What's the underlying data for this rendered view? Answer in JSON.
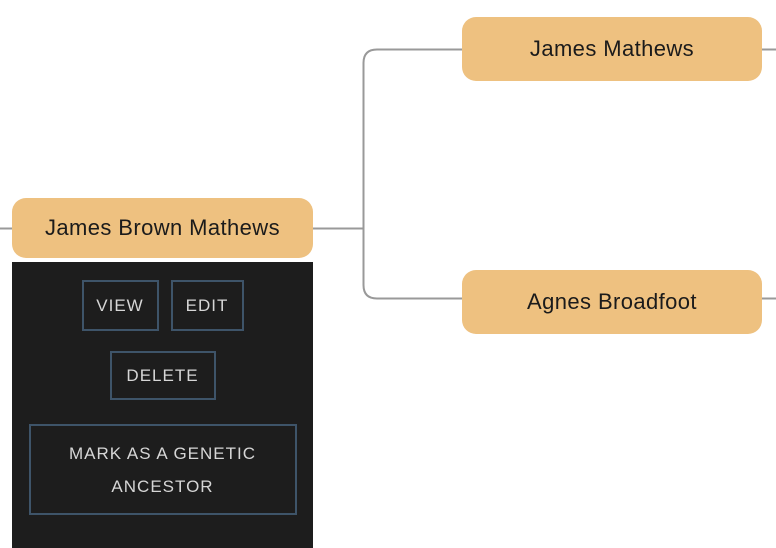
{
  "colors": {
    "node_fill": "#eec180",
    "node_text": "#1b1b1b",
    "connector_line": "#999999",
    "menu_bg": "#1d1d1d",
    "button_border": "#3e5469",
    "button_text": "#d6d6d6"
  },
  "tree": {
    "focus_node": {
      "label": "James Brown Mathews"
    },
    "parents": [
      {
        "label": "James Mathews"
      },
      {
        "label": "Agnes Broadfoot"
      }
    ]
  },
  "context_menu": {
    "buttons": [
      {
        "label": "VIEW"
      },
      {
        "label": "EDIT"
      },
      {
        "label": "DELETE"
      },
      {
        "label": "MARK AS A GENETIC ANCESTOR"
      }
    ]
  }
}
